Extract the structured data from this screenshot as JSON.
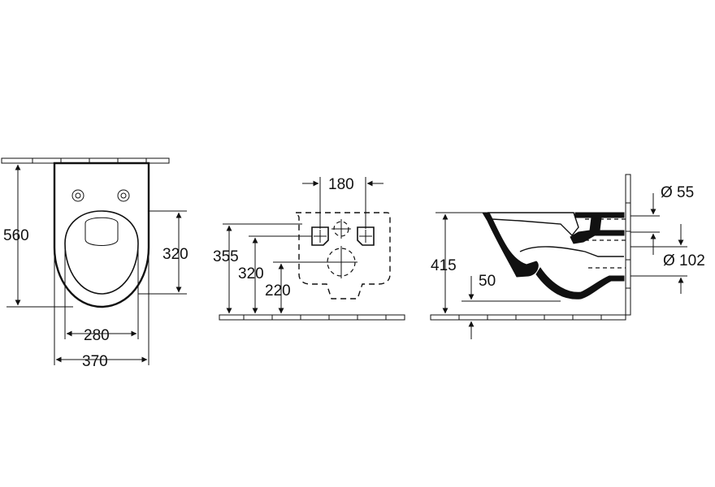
{
  "drawing": {
    "front_view": {
      "height_label": "560",
      "seat_height_label": "320",
      "inner_width_label": "280",
      "outer_width_label": "370"
    },
    "rear_view": {
      "hole_spacing_label": "180",
      "bolt_height_label": "355",
      "outlet_height_label": "320",
      "lower_height_label": "220"
    },
    "side_view": {
      "inlet_diameter_label": "Ø 55",
      "outlet_diameter_label": "Ø 102",
      "rim_height_label": "415",
      "floor_offset_label": "50"
    }
  }
}
